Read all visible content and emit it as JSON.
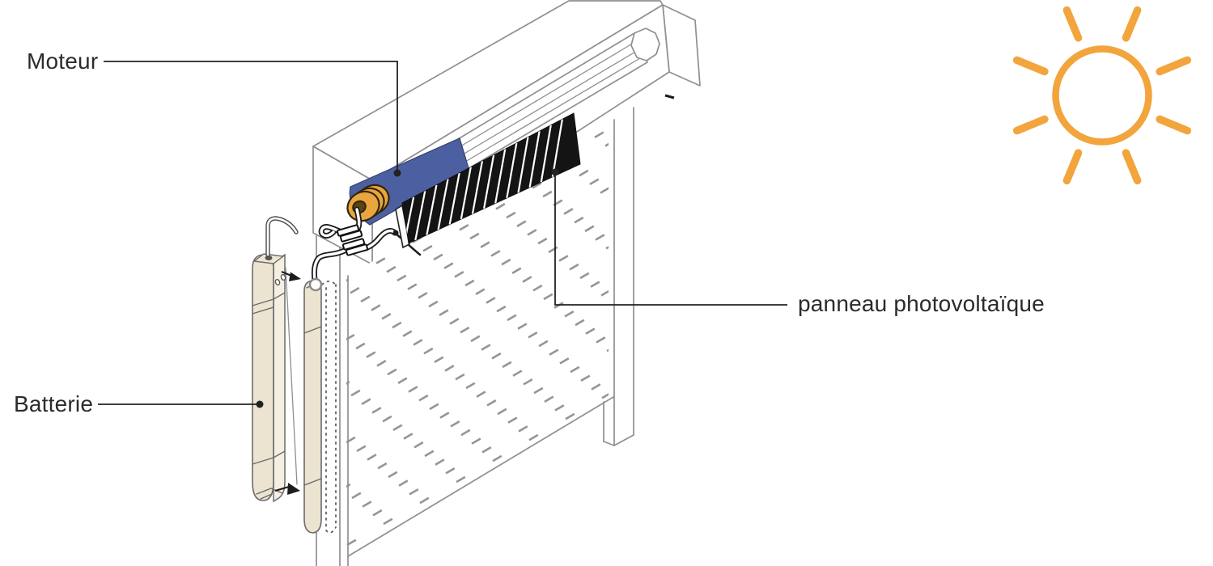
{
  "labels": {
    "motor": "Moteur",
    "battery": "Batterie",
    "solar_panel": "panneau photovoltaïque"
  },
  "icons": {
    "sun": "sun-icon"
  },
  "colors": {
    "motor_blue": "#4c60a1",
    "crown_orange": "#e9a63e",
    "sun_orange": "#f2a53c",
    "battery_cream": "#ece4d0",
    "panel_black": "#141414",
    "line_gray": "#8f8f94",
    "dash_gray": "#94949b",
    "ink": "#1c1c1c",
    "label_text": "#2b2b2b",
    "background": "#ffffff"
  }
}
